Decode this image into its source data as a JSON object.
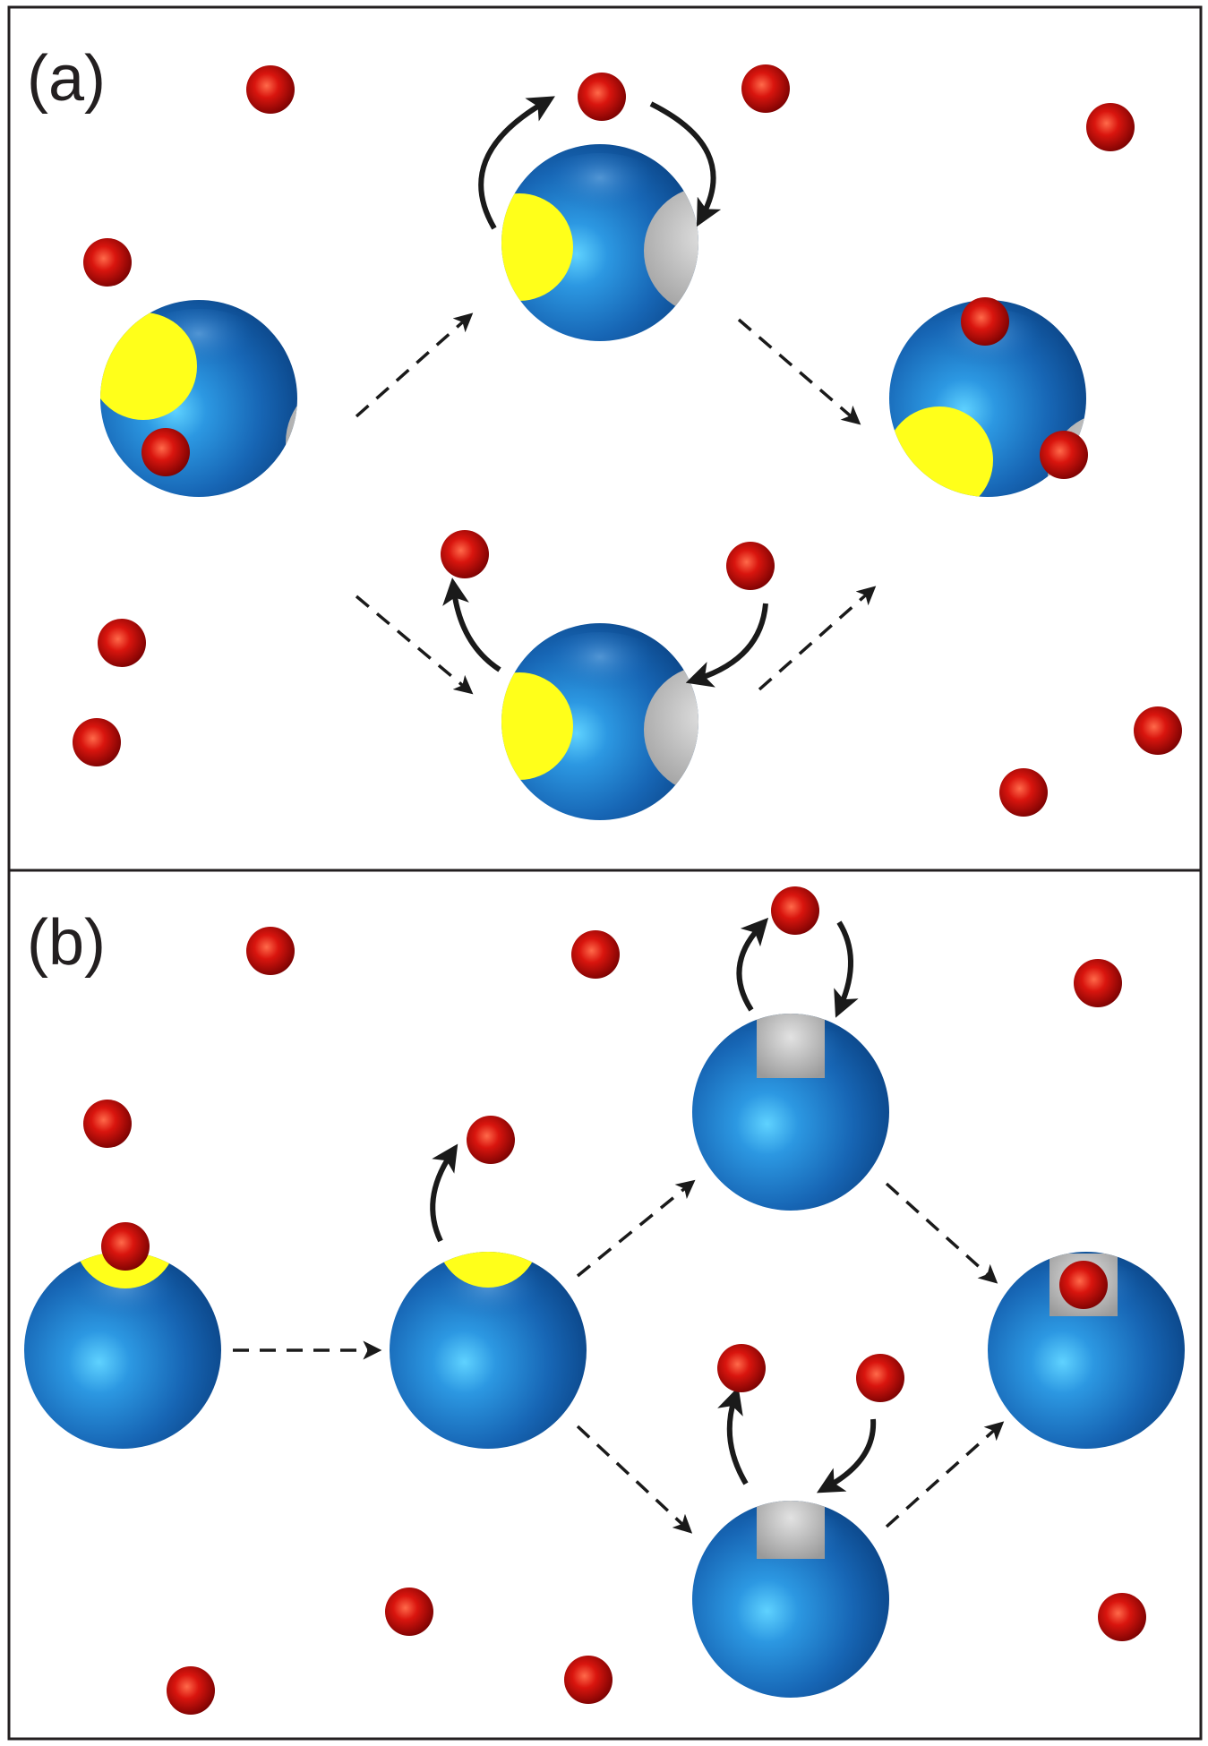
{
  "panels": [
    {
      "id": "a",
      "label": "(a)"
    },
    {
      "id": "b",
      "label": "(b)"
    }
  ],
  "colors": {
    "frame": "#231f20",
    "host_sphere": "#1f74c4",
    "guest_particle": "#cc0a0a",
    "active_site": "#ffff1a",
    "bound_site": "#b6b6b6",
    "arrow": "#1a1a1a"
  }
}
